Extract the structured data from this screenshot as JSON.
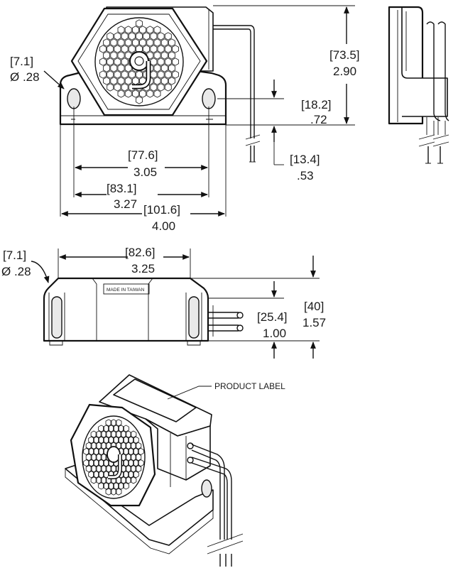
{
  "front_view": {
    "mount_hole": {
      "metric": "[7.1]",
      "imperial": "Ø .28"
    },
    "height": {
      "metric": "[73.5]",
      "imperial": "2.90"
    },
    "hole_center_height": {
      "metric": "[18.2]",
      "imperial": ".72"
    },
    "hole_spacing": {
      "metric": "[77.6]",
      "imperial": "3.05"
    },
    "hole_outer_span": {
      "metric": "[83.1]",
      "imperial": "3.27"
    },
    "overall_width": {
      "metric": "[101.6]",
      "imperial": "4.00"
    },
    "lead_offset": {
      "metric": "[13.4]",
      "imperial": ".53"
    }
  },
  "bottom_view": {
    "mount_hole": {
      "metric": "[7.1]",
      "imperial": "Ø .28"
    },
    "body_length": {
      "metric": "[82.6]",
      "imperial": "3.25"
    },
    "slot_height": {
      "metric": "[25.4]",
      "imperial": "1.00"
    },
    "overall_height": {
      "metric": "[40]",
      "imperial": "1.57"
    },
    "label_text": "MADE IN TAIWAN"
  },
  "iso_view": {
    "callout": "PRODUCT LABEL"
  }
}
